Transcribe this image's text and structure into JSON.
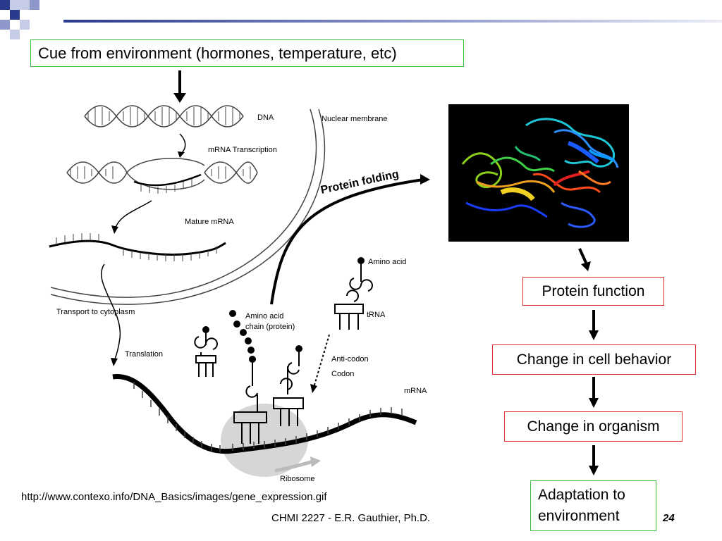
{
  "slide": {
    "cue": "Cue from environment (hormones, temperature, etc)",
    "protein_function": "Protein function",
    "cell_behavior": "Change in cell behavior",
    "organism": "Change in organism",
    "adaptation": "Adaptation to environment",
    "url": "http://www.contexo.info/DNA_Basics/images/gene_expression.gif",
    "footer": "CHMI 2227 - E.R. Gauthier, Ph.D.",
    "slide_number": "24"
  },
  "diagram": {
    "dna": "DNA",
    "nuclear_membrane": "Nuclear membrane",
    "mrna_transcription": "mRNA Transcription",
    "protein_folding": "Protein folding",
    "mature_mrna": "Mature mRNA",
    "amino_acid_top": "Amino acid",
    "trna": "tRNA",
    "amino_acid_chain_1": "Amino acid",
    "amino_acid_chain_2": "chain (protein)",
    "transport": "Transport to cytoplasm",
    "translation": "Translation",
    "anticodon": "Anti-codon",
    "codon": "Codon",
    "mrna": "mRNA",
    "ribosome": "Ribosome"
  },
  "colors": {
    "accent_dark": "#2a3a8c",
    "accent_light": "#8d97c9",
    "green_border": "#3cbf3c",
    "red_border": "#e03030"
  }
}
